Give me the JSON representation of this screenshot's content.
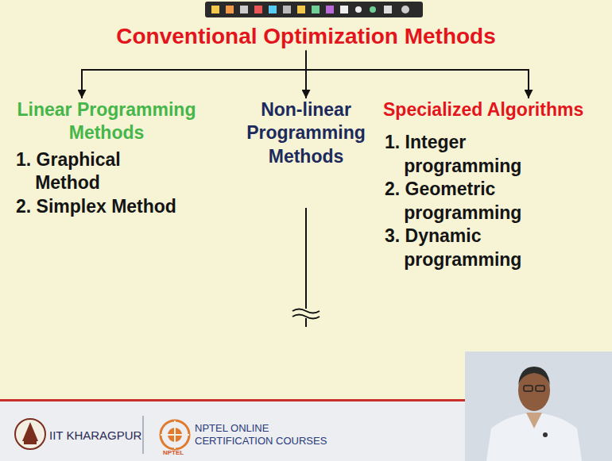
{
  "diagram": {
    "nodes": [
      {
        "text": [
          "Conventional Optimization Methods"
        ]
      },
      {
        "text": [
          "Linear Programming Methods",
          "1. Graphical Method",
          "2. Simplex Method"
        ]
      },
      {
        "text": [
          "Non-linear Programming Methods"
        ]
      },
      {
        "text": [
          "Specialized Algorithms",
          "1. Integer programming",
          "2. Geometric programming",
          "3. Dynamic programming"
        ]
      }
    ],
    "edges": [
      {
        "from": 0,
        "to": 1,
        "arrow": "to"
      },
      {
        "from": 0,
        "to": 2,
        "arrow": "to"
      },
      {
        "from": 0,
        "to": 3,
        "arrow": "to"
      }
    ],
    "labels": [
      "IIT KHARAGPUR",
      "NPTEL ONLINE CERTIFICATION COURSES",
      "NPTEL"
    ]
  }
}
